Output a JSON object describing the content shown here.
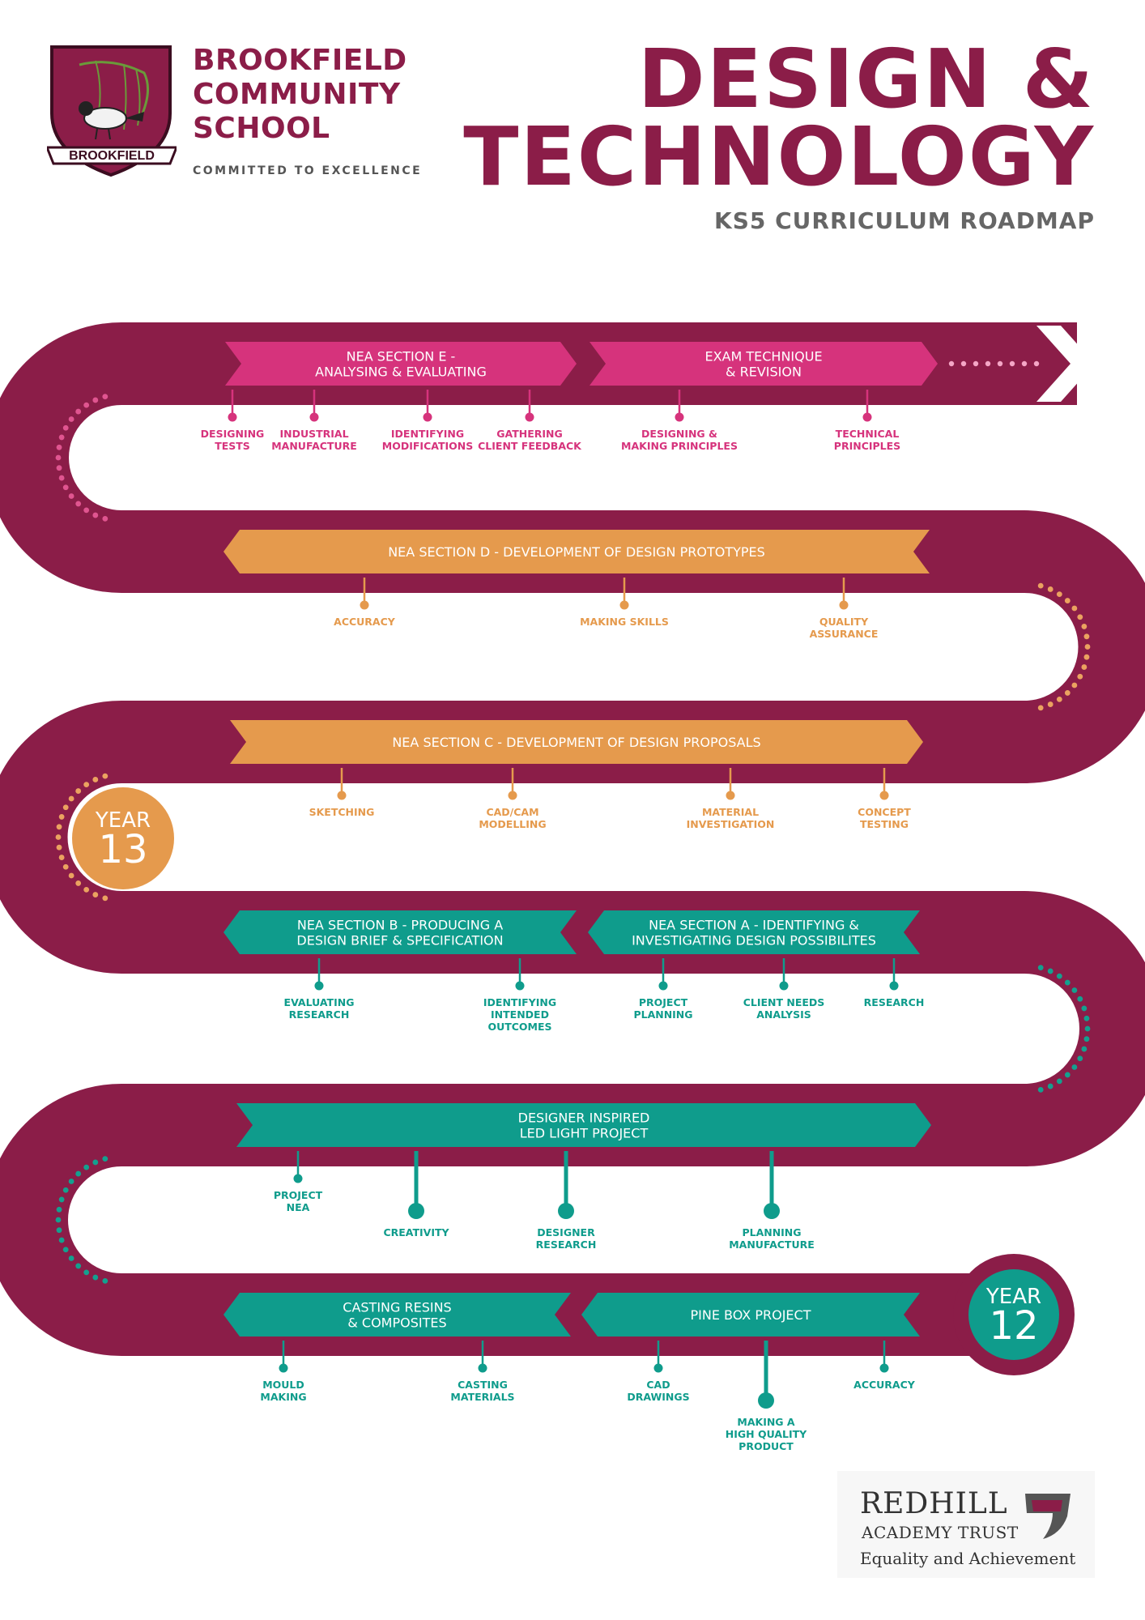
{
  "header": {
    "school_lines": [
      "BROOKFIELD",
      "COMMUNITY",
      "SCHOOL"
    ],
    "motto": "COMMITTED TO EXCELLENCE",
    "crest_banner": "BROOKFIELD",
    "title_lines": [
      "DESIGN &",
      "TECHNOLOGY"
    ],
    "subtitle": "KS5 CURRICULUM ROADMAP"
  },
  "years": [
    {
      "id": "year-13",
      "label": "YEAR",
      "number": "13",
      "color": "#e59a4d"
    },
    {
      "id": "year-12",
      "label": "YEAR",
      "number": "12",
      "color": "#0f9c8c"
    }
  ],
  "colors": {
    "road": "#8b1d48",
    "pink": "#d6337c",
    "orange": "#e59a4d",
    "teal": "#0f9c8c",
    "dotted_pink": "#e05590",
    "dotted_orange": "#eba260",
    "dotted_teal": "#14a08f"
  },
  "rows": [
    {
      "id": "row-6",
      "color": "#d6337c",
      "banners": [
        {
          "lines": [
            "NEA SECTION E -",
            "ANALYSING & EVALUATING"
          ]
        },
        {
          "lines": [
            "EXAM TECHNIQUE",
            "& REVISION"
          ]
        }
      ],
      "pins": [
        {
          "lines": [
            "DESIGNING",
            "TESTS"
          ]
        },
        {
          "lines": [
            "INDUSTRIAL",
            "MANUFACTURE"
          ]
        },
        {
          "lines": [
            "IDENTIFYING",
            "MODIFICATIONS"
          ]
        },
        {
          "lines": [
            "GATHERING",
            "CLIENT FEEDBACK"
          ]
        },
        {
          "lines": [
            "DESIGNING &",
            "MAKING PRINCIPLES"
          ]
        },
        {
          "lines": [
            "TECHNICAL",
            "PRINCIPLES"
          ]
        }
      ]
    },
    {
      "id": "row-5",
      "color": "#e59a4d",
      "banners": [
        {
          "lines": [
            "NEA SECTION D - DEVELOPMENT OF DESIGN PROTOTYPES"
          ]
        }
      ],
      "pins": [
        {
          "lines": [
            "ACCURACY"
          ]
        },
        {
          "lines": [
            "MAKING SKILLS"
          ]
        },
        {
          "lines": [
            "QUALITY",
            "ASSURANCE"
          ]
        }
      ]
    },
    {
      "id": "row-4",
      "color": "#e59a4d",
      "banners": [
        {
          "lines": [
            "NEA SECTION C - DEVELOPMENT OF DESIGN PROPOSALS"
          ]
        }
      ],
      "pins": [
        {
          "lines": [
            "SKETCHING"
          ]
        },
        {
          "lines": [
            "CAD/CAM",
            "MODELLING"
          ]
        },
        {
          "lines": [
            "MATERIAL",
            "INVESTIGATION"
          ]
        },
        {
          "lines": [
            "CONCEPT",
            "TESTING"
          ]
        }
      ]
    },
    {
      "id": "row-3",
      "color": "#0f9c8c",
      "banners": [
        {
          "lines": [
            "NEA SECTION B - PRODUCING A",
            "DESIGN BRIEF & SPECIFICATION"
          ]
        },
        {
          "lines": [
            "NEA SECTION A - IDENTIFYING &",
            "INVESTIGATING DESIGN POSSIBILITES"
          ]
        }
      ],
      "pins": [
        {
          "lines": [
            "EVALUATING",
            "RESEARCH"
          ]
        },
        {
          "lines": [
            "IDENTIFYING",
            "INTENDED",
            "OUTCOMES"
          ]
        },
        {
          "lines": [
            "PROJECT",
            "PLANNING"
          ]
        },
        {
          "lines": [
            "CLIENT NEEDS",
            "ANALYSIS"
          ]
        },
        {
          "lines": [
            "RESEARCH"
          ]
        }
      ]
    },
    {
      "id": "row-2",
      "color": "#0f9c8c",
      "banners": [
        {
          "lines": [
            "DESIGNER INSPIRED",
            "LED LIGHT PROJECT"
          ]
        }
      ],
      "pins": [
        {
          "lines": [
            "PROJECT",
            "NEA"
          ]
        },
        {
          "lines": [
            "CREATIVITY"
          ]
        },
        {
          "lines": [
            "DESIGNER",
            "RESEARCH"
          ]
        },
        {
          "lines": [
            "PLANNING",
            "MANUFACTURE"
          ]
        }
      ]
    },
    {
      "id": "row-1",
      "color": "#0f9c8c",
      "banners": [
        {
          "lines": [
            "CASTING RESINS",
            "& COMPOSITES"
          ]
        },
        {
          "lines": [
            "PINE BOX PROJECT"
          ]
        }
      ],
      "pins": [
        {
          "lines": [
            "MOULD",
            "MAKING"
          ]
        },
        {
          "lines": [
            "CASTING",
            "MATERIALS"
          ]
        },
        {
          "lines": [
            "CAD",
            "DRAWINGS"
          ]
        },
        {
          "lines": [
            "MAKING A",
            "HIGH QUALITY",
            "PRODUCT"
          ]
        },
        {
          "lines": [
            "ACCURACY"
          ]
        }
      ]
    }
  ],
  "footer": {
    "trust_name": "REDHILL",
    "trust_sub": "ACADEMY TRUST",
    "trust_motto": "Equality and Achievement"
  }
}
